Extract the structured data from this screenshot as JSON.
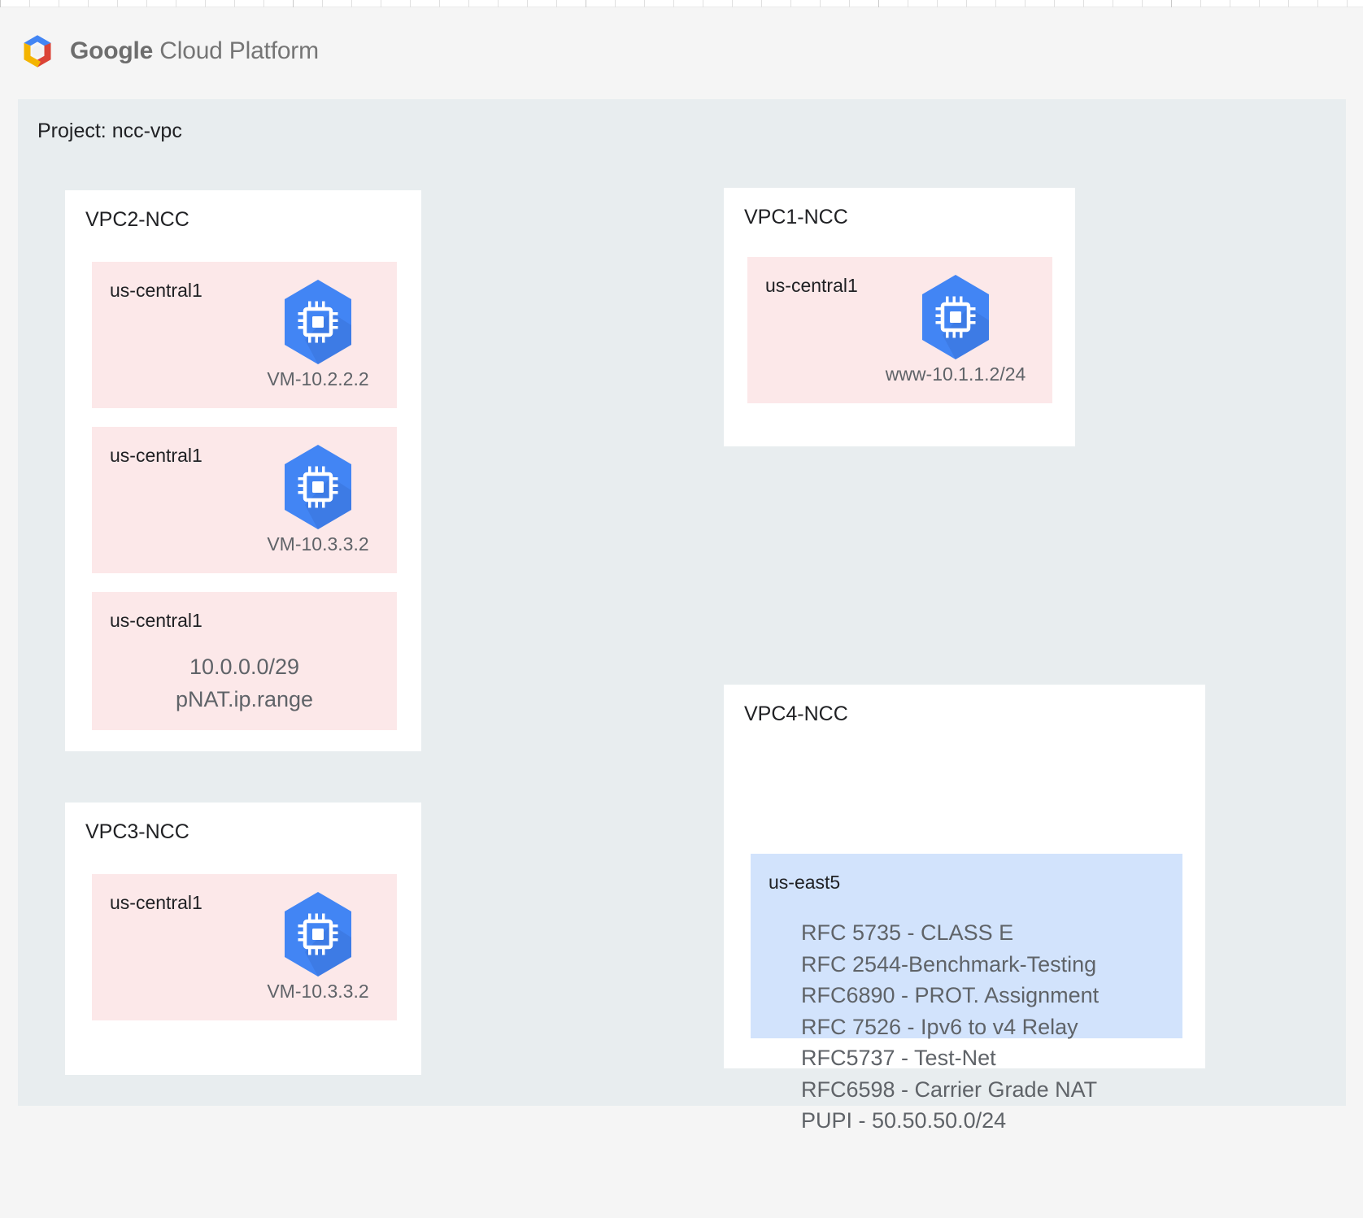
{
  "header": {
    "logo_icon": "google-cloud-platform-logo",
    "wordmark_bold": "Google",
    "wordmark_rest": " Cloud Platform"
  },
  "project": {
    "title": "Project: ncc-vpc"
  },
  "vpcs": [
    {
      "id": "vpc2",
      "title": "VPC2-NCC",
      "subnets": [
        {
          "id": "vpc2-subnet1",
          "region": "us-central1",
          "icon": "vm-instance-icon",
          "label": "VM-10.2.2.2",
          "color": "#fce8e9"
        },
        {
          "id": "vpc2-subnet2",
          "region": "us-central1",
          "icon": "vm-instance-icon",
          "label": "VM-10.3.3.2",
          "color": "#fce8e9"
        },
        {
          "id": "vpc2-subnet3",
          "region": "us-central1",
          "range_line1": "10.0.0.0/29",
          "range_line2": "pNAT.ip.range",
          "color": "#fce8e9"
        }
      ]
    },
    {
      "id": "vpc1",
      "title": "VPC1-NCC",
      "subnets": [
        {
          "id": "vpc1-subnet1",
          "region": "us-central1",
          "icon": "vm-instance-icon",
          "label": "www-10.1.1.2/24",
          "color": "#fce8e9"
        }
      ]
    },
    {
      "id": "vpc3",
      "title": "VPC3-NCC",
      "subnets": [
        {
          "id": "vpc3-subnet1",
          "region": "us-central1",
          "icon": "vm-instance-icon",
          "label": "VM-10.3.3.2",
          "color": "#fce8e9"
        }
      ]
    },
    {
      "id": "vpc4",
      "title": "VPC4-NCC",
      "subnets": [
        {
          "id": "vpc4-subnet1",
          "region": "us-east5",
          "color": "#d2e3fc",
          "rfc_lines": [
            "RFC 5735 - CLASS E",
            "RFC 2544-Benchmark-Testing",
            "RFC6890 - PROT. Assignment",
            "RFC 7526 - Ipv6 to v4 Relay",
            "RFC5737 - Test-Net",
            "RFC6598 - Carrier Grade NAT",
            "PUPI - 50.50.50.0/24"
          ]
        }
      ]
    }
  ],
  "colors": {
    "page_background": "#f5f5f5",
    "canvas_background": "#e8edef",
    "card_background": "#ffffff",
    "subnet_pink": "#fce8e9",
    "subnet_blue": "#d2e3fc",
    "vm_hex_blue": "#4285f4",
    "text_primary": "#202124",
    "text_secondary": "#5f6368"
  }
}
